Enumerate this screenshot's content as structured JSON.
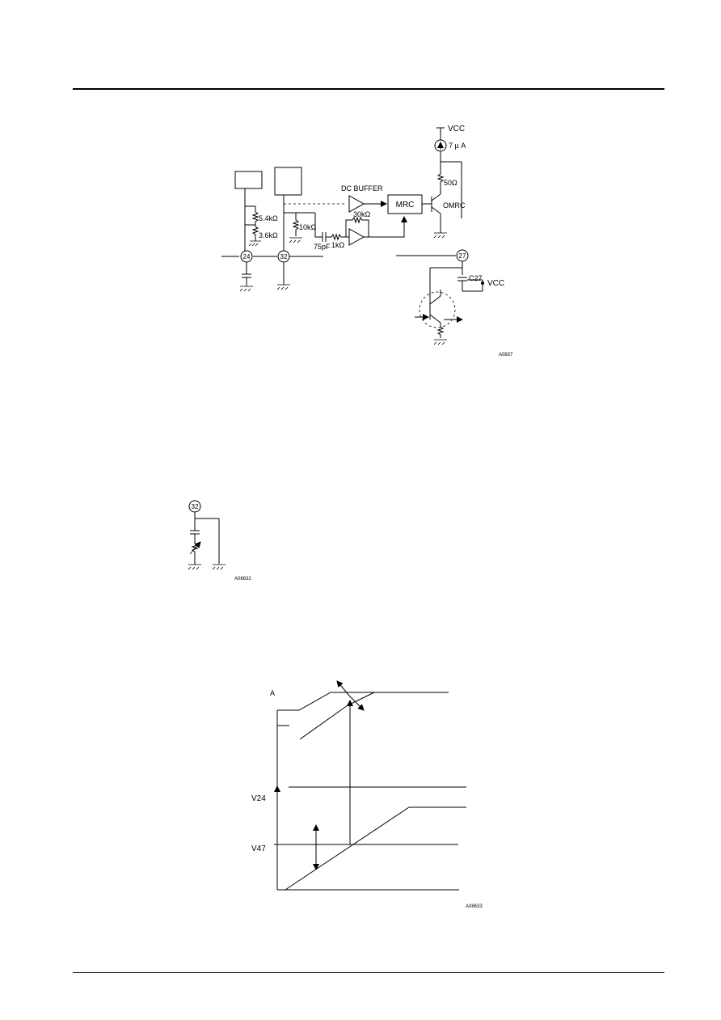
{
  "circuit1": {
    "vcc_top": "VCC",
    "current_source": "7 μ A",
    "r_50": "50Ω",
    "label_dc_buffer": "DC BUFFER",
    "label_mrc": "MRC",
    "label_omrc": "OMRC",
    "r_54k": "5.4kΩ",
    "r_36k": "3.6kΩ",
    "r_10k": "10kΩ",
    "r_30k": "30kΩ",
    "c_75p": "75pF",
    "r_1k": "1kΩ",
    "pin_24": "24",
    "pin_32": "32",
    "pin_27": "27",
    "cap_c27": "C27",
    "vcc_right": "VCC",
    "fig_id": "A0837"
  },
  "circuit2": {
    "pin_32": "32",
    "fig_id": "A08632"
  },
  "graph": {
    "label_top": "A",
    "label_v24": "V24",
    "label_v47": "V47",
    "fig_id": "A08633"
  }
}
